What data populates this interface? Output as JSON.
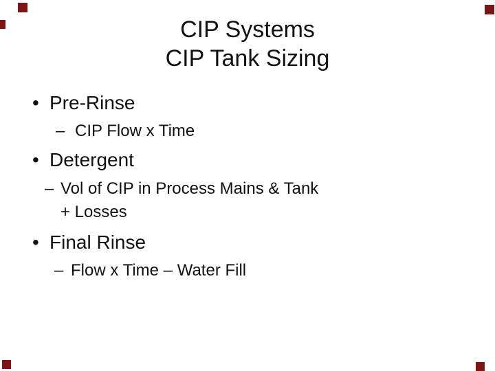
{
  "slide": {
    "title": {
      "line1": "CIP Systems",
      "line2": "CIP Tank Sizing"
    },
    "content": {
      "items": [
        {
          "level": 1,
          "marker": "•",
          "text": "Pre-Rinse"
        },
        {
          "level": 2,
          "marker": "–",
          "text": "CIP Flow x Time"
        },
        {
          "level": 1,
          "marker": "•",
          "text": "Detergent"
        },
        {
          "level": 2,
          "marker": "–",
          "text": "Vol of CIP in Process Mains & Tank\n+ Losses"
        },
        {
          "level": 1,
          "marker": "•",
          "text": "Final Rinse"
        },
        {
          "level": 2,
          "marker": "–",
          "text": "Flow x Time – Water Fill"
        }
      ]
    },
    "colors": {
      "background": "#ffffff",
      "text": "#111111",
      "corner_square": "#7e1416"
    }
  }
}
